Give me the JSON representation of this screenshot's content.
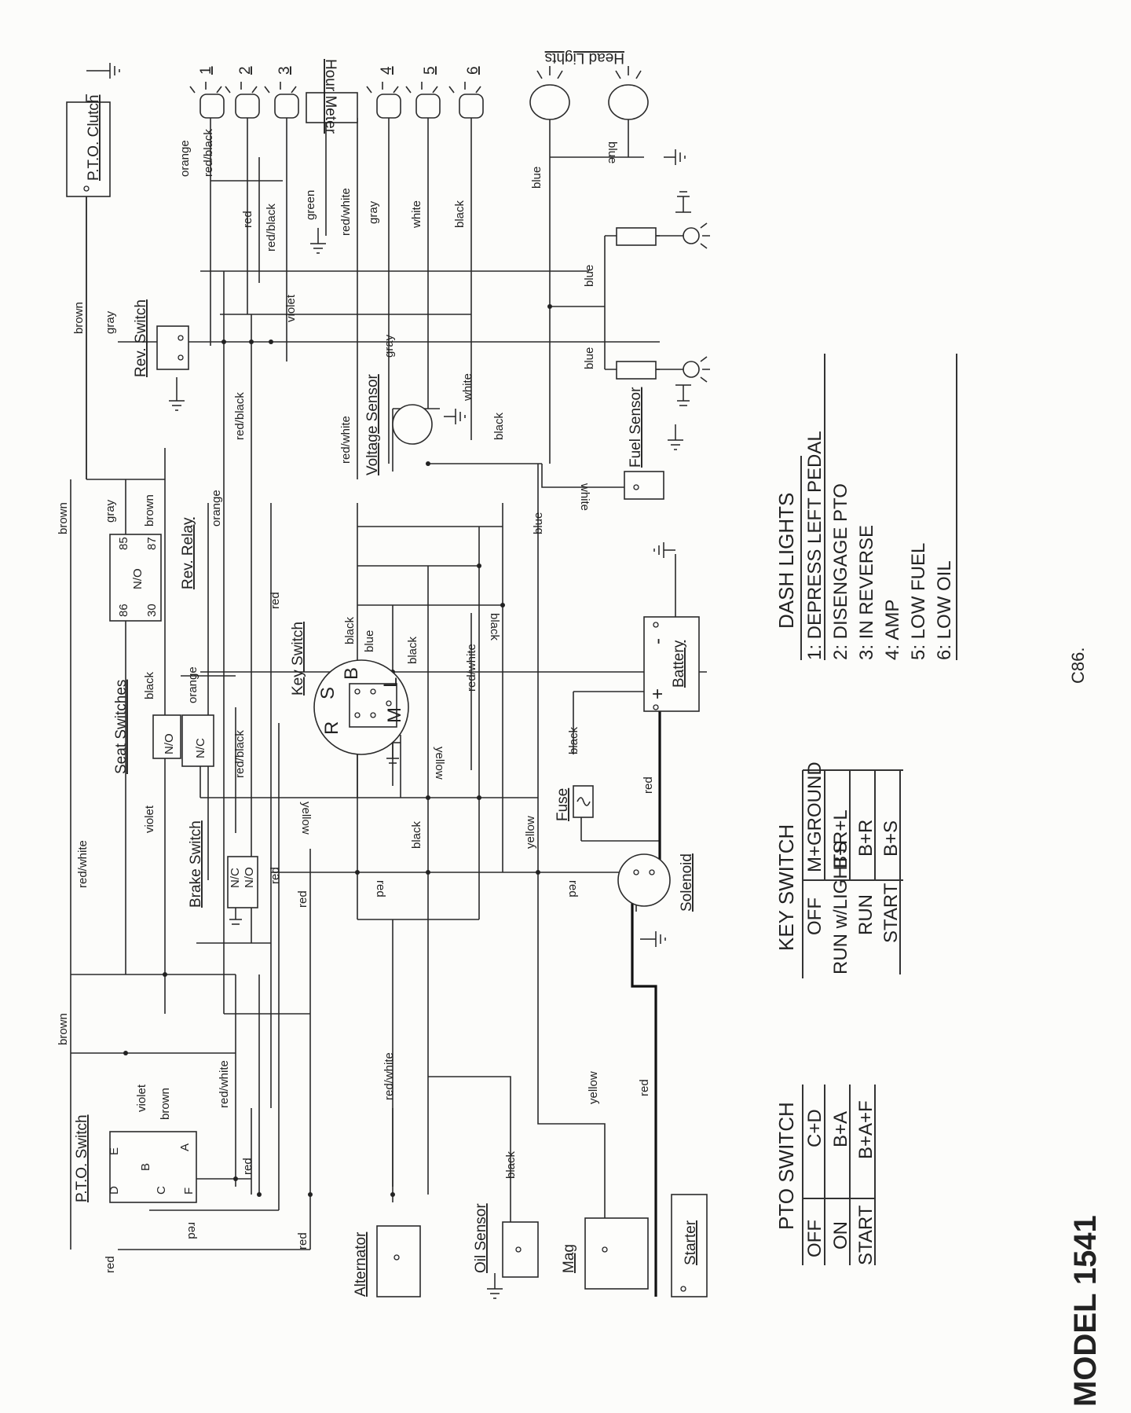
{
  "model": "MODEL 1541",
  "ref_code": "C86.",
  "components": {
    "pto_clutch": "P.T.O. Clutch",
    "pto_switch": "P.T.O. Switch",
    "rev_switch": "Rev. Switch",
    "rev_relay": "Rev. Relay",
    "seat_switches": "Seat Switches",
    "brake_switch": "Brake Switch",
    "key_switch": "Key Switch",
    "voltage_sensor": "Voltage Sensor",
    "fuel_sensor": "Fuel Sensor",
    "hour_meter": "Hour Meter",
    "head_lights": "Head Lights",
    "battery": "Battery",
    "fuse": "Fuse",
    "solenoid": "Solenoid",
    "starter": "Starter",
    "mag": "Mag",
    "oil_sensor": "Oil Sensor",
    "alternator": "Alternator"
  },
  "contact_labels": {
    "no": "N/O",
    "nc": "N/C",
    "relay_86": "86",
    "relay_85": "85",
    "relay_30": "30",
    "relay_87": "87",
    "key_s": "S",
    "key_b": "B",
    "key_r": "R",
    "key_m": "M",
    "key_l": "L",
    "pto_d": "D",
    "pto_e": "E",
    "pto_b": "B",
    "pto_a": "A",
    "pto_c": "C",
    "pto_f": "F",
    "battery_plus": "+",
    "battery_minus": "-"
  },
  "dash_light_numbers": [
    "1",
    "2",
    "3",
    "4",
    "5",
    "6"
  ],
  "wire_colors": {
    "brown": "brown",
    "gray": "gray",
    "orange": "orange",
    "red_black": "red/black",
    "red": "red",
    "green": "green",
    "red_white": "red/white",
    "white": "white",
    "black": "black",
    "blue": "blue",
    "violet": "violet",
    "yellow": "yellow"
  },
  "dash_lights_table": {
    "title": "DASH LIGHTS",
    "rows": [
      "1:  DEPRESS LEFT PEDAL",
      "2:  DISENGAGE PTO",
      "3:  IN REVERSE",
      "4:  AMP",
      "5:  LOW FUEL",
      "6:  LOW OIL"
    ]
  },
  "key_switch_table": {
    "title": "KEY SWITCH",
    "rows": [
      {
        "mode": "OFF",
        "contacts": "M+GROUND"
      },
      {
        "mode": "RUN w/LIGHTS",
        "contacts": "B+R+L"
      },
      {
        "mode": "RUN",
        "contacts": "B+R"
      },
      {
        "mode": "START",
        "contacts": "B+S"
      }
    ]
  },
  "pto_switch_table": {
    "title": "PTO SWITCH",
    "rows": [
      {
        "mode": "OFF",
        "contacts": "C+D"
      },
      {
        "mode": "ON",
        "contacts": "B+A"
      },
      {
        "mode": "START",
        "contacts": "B+A+F"
      }
    ]
  }
}
